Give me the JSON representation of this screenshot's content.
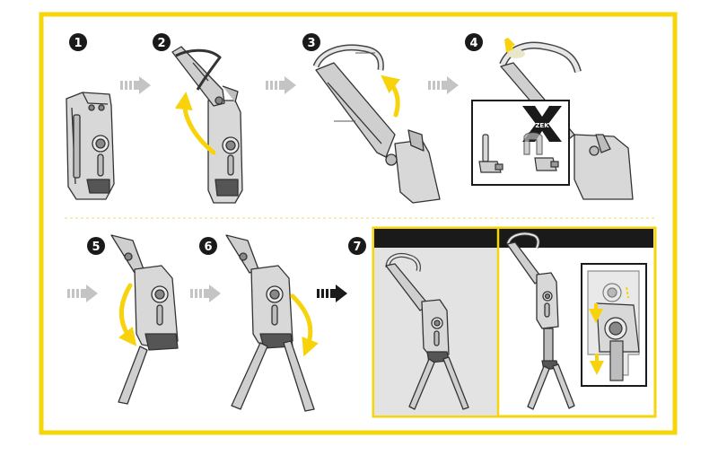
{
  "steps": [
    {
      "number": "1"
    },
    {
      "number": "2"
    },
    {
      "number": "3"
    },
    {
      "number": "4"
    },
    {
      "number": "5"
    },
    {
      "number": "6"
    },
    {
      "number": "7"
    }
  ],
  "inset_logo": {
    "letter": "X",
    "overlay_text": "ZEK"
  },
  "colors": {
    "border": "#f5d60a",
    "accent_yellow": "#f8d20b",
    "step_black": "#1a1a1a",
    "arrow_gray": "#c4c4c4",
    "panel_gray": "#e3e3e3",
    "line_art": "#333333",
    "part_fill": "#d8d8d8",
    "part_fill_dark": "#a8a8a8"
  },
  "icons": [
    "step-number-badge",
    "gray-dashed-arrow",
    "black-dashed-arrow",
    "yellow-rotate-arrow",
    "x-logo"
  ]
}
